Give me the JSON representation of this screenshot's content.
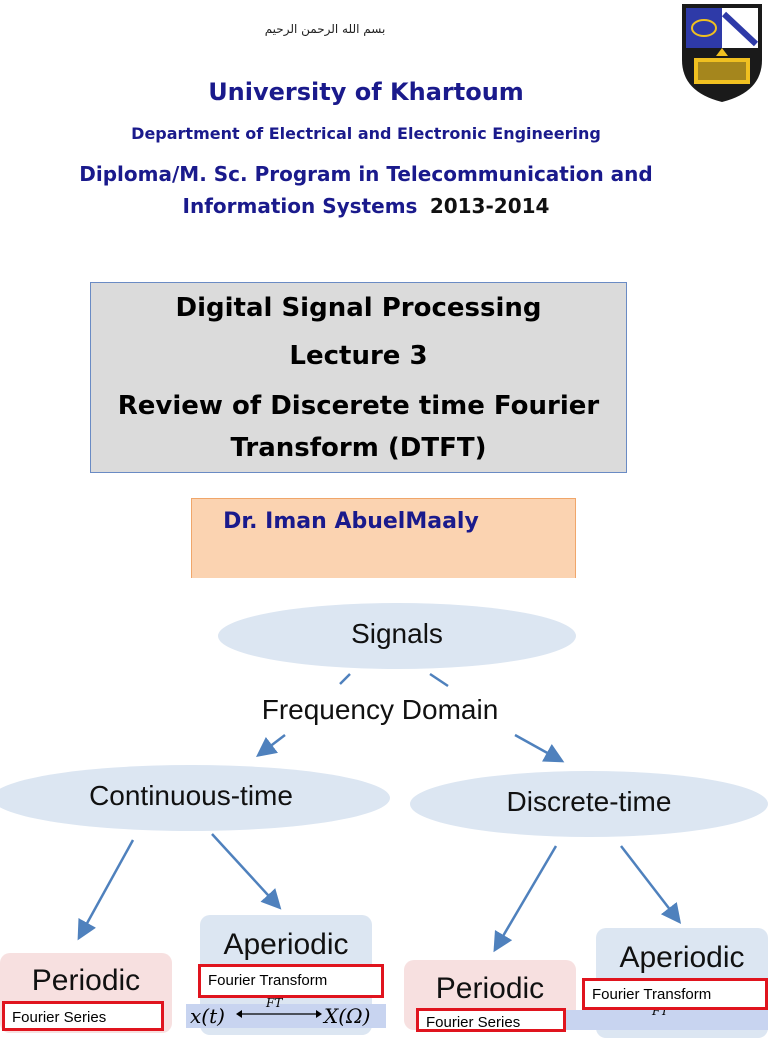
{
  "header": {
    "basmala": "بسم الله الرحمن الرحيم",
    "university": "University of Khartoum",
    "department": "Department of Electrical and Electronic Engineering",
    "program_line1": "Diploma/M. Sc. Program in Telecommunication and",
    "program_line2": "Information Systems",
    "program_year": "2013-2014"
  },
  "course": {
    "title": "Digital Signal Processing",
    "lecture": "Lecture 3",
    "topic_line1": "Review of Discerete time Fourier",
    "topic_line2": "Transform (DTFT)"
  },
  "author": "Dr. Iman AbuelMaaly",
  "diagram": {
    "root": "Signals",
    "domain": "Frequency Domain",
    "continuous": "Continuous-time",
    "discrete": "Discrete-time",
    "periodic_left": "Periodic",
    "aperiodic_left": "Aperiodic",
    "periodic_right": "Periodic",
    "aperiodic_right": "Aperiodic",
    "fourier_series_left": "Fourier Series",
    "fourier_transform_left": "Fourier Transform",
    "fourier_series_right": "Fourier Series",
    "fourier_transform_right": "Fourier Transform",
    "eq_left_x": "x(t)",
    "eq_left_ft": "FT",
    "eq_left_X": "X(Ω)",
    "eq_right_ft": "FT"
  },
  "colors": {
    "navy_text": "#1a1a8c",
    "ellipse_fill": "#dce6f2",
    "arrow": "#4f81bd",
    "highlight_border": "#e0141e",
    "author_box": "#fbd3b1"
  }
}
